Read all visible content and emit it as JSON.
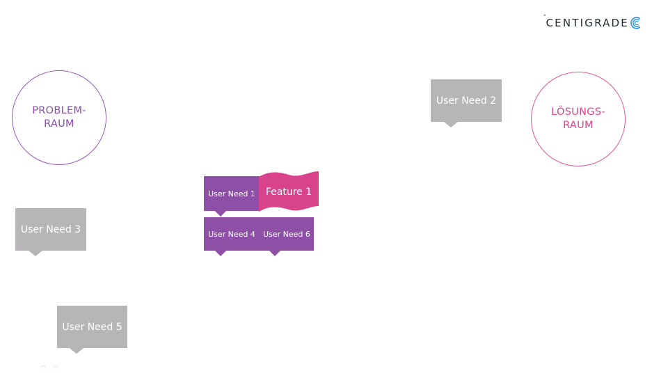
{
  "logo": {
    "degree": "°",
    "text": "CENTIGRADE"
  },
  "circles": {
    "problem": [
      "PROBLEM-",
      "RAUM"
    ],
    "solution": [
      "LÖSUNGS-",
      "RAUM"
    ]
  },
  "cards": {
    "user_need_1": "User Need 1",
    "user_need_2": "User Need 2",
    "user_need_3": "User Need 3",
    "user_need_4": "User Need 4",
    "user_need_5": "User Need 5",
    "user_need_6": "User Need 6"
  },
  "feature": {
    "label": "Feature 1"
  },
  "colors": {
    "problem": "#8e4fa6",
    "solution": "#e0569a",
    "neutral": "#b7b5b7",
    "feature": "#d9438c",
    "logo": "#1f2a33"
  }
}
